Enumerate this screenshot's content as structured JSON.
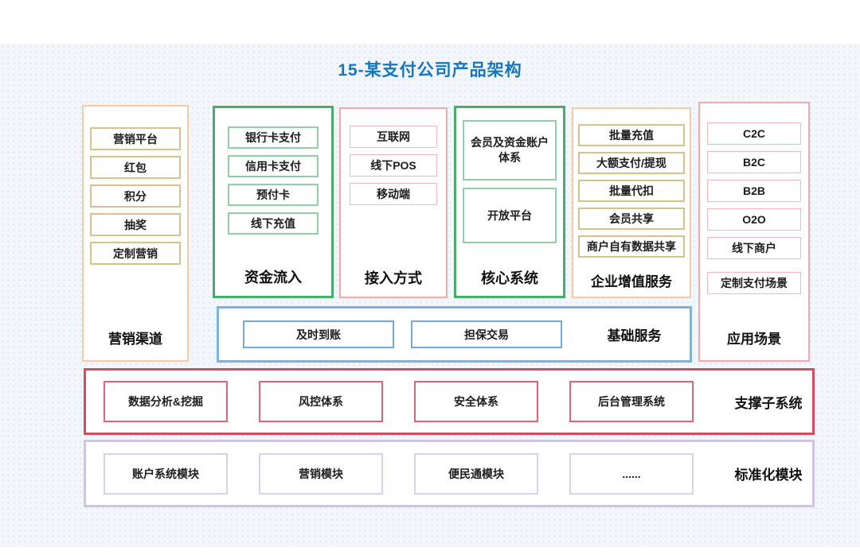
{
  "title": "15-某支付公司产品架构",
  "columns": [
    {
      "label": "营销渠道",
      "theme": "orange",
      "items": [
        "营销平台",
        "红包",
        "积分",
        "抽奖",
        "定制营销"
      ]
    },
    {
      "label": "资金流入",
      "theme": "green",
      "items": [
        "银行卡支付",
        "信用卡支付",
        "预付卡",
        "线下充值"
      ]
    },
    {
      "label": "接入方式",
      "theme": "pink",
      "items": [
        "互联网",
        "线下POS",
        "移动端"
      ]
    },
    {
      "label": "核心系统",
      "theme": "green",
      "items": [
        "会员及资金账户体系",
        "开放平台"
      ]
    },
    {
      "label": "企业增值服务",
      "theme": "orange",
      "items": [
        "批量充值",
        "大额支付/提现",
        "批量代扣",
        "会员共享",
        "商户自有数据共享"
      ]
    },
    {
      "label": "应用场景",
      "theme": "pink",
      "items": [
        "C2C",
        "B2C",
        "B2B",
        "O2O",
        "线下商户",
        "定制支付场景"
      ]
    }
  ],
  "rows": [
    {
      "label": "基础服务",
      "theme": "blue",
      "items": [
        "及时到账",
        "担保交易"
      ]
    },
    {
      "label": "支撑子系统",
      "theme": "red",
      "items": [
        "数据分析&挖掘",
        "风控体系",
        "安全体系",
        "后台管理系统"
      ]
    },
    {
      "label": "标准化模块",
      "theme": "purple",
      "items": [
        "账户系统模块",
        "营销模块",
        "便民通模块",
        "......"
      ]
    }
  ],
  "colors": {
    "title_blue": "#1576c0",
    "orange_border": "#f5cba7",
    "orange_item_border": "#d9c18c",
    "green_border": "#46ae69",
    "green_item_border": "#94cea7",
    "pink_border": "#f2a8ac",
    "pink_item_border": "#f4b8bc",
    "blue_border": "#7fb2dc",
    "blue_item_border": "#74a9d8",
    "red_border": "#d84a5f",
    "red_item_border": "#df6374",
    "purple_border": "#cfc3ed",
    "purple_item_border": "#d9cfef",
    "background_panel": "#f3f7fb"
  }
}
